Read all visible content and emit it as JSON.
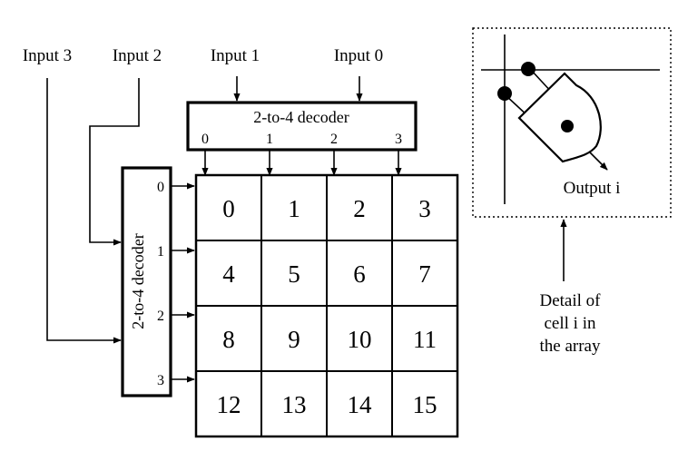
{
  "inputs": {
    "input3": "Input 3",
    "input2": "Input 2",
    "input1": "Input 1",
    "input0": "Input 0"
  },
  "top_decoder": {
    "label": "2-to-4 decoder",
    "outputs": [
      "0",
      "1",
      "2",
      "3"
    ]
  },
  "left_decoder": {
    "label": "2-to-4 decoder",
    "outputs": [
      "0",
      "1",
      "2",
      "3"
    ]
  },
  "cells": [
    [
      "0",
      "1",
      "2",
      "3"
    ],
    [
      "4",
      "5",
      "6",
      "7"
    ],
    [
      "8",
      "9",
      "10",
      "11"
    ],
    [
      "12",
      "13",
      "14",
      "15"
    ]
  ],
  "detail": {
    "output_label": "Output i",
    "caption": [
      "Detail of",
      "cell i in",
      "the array"
    ]
  }
}
